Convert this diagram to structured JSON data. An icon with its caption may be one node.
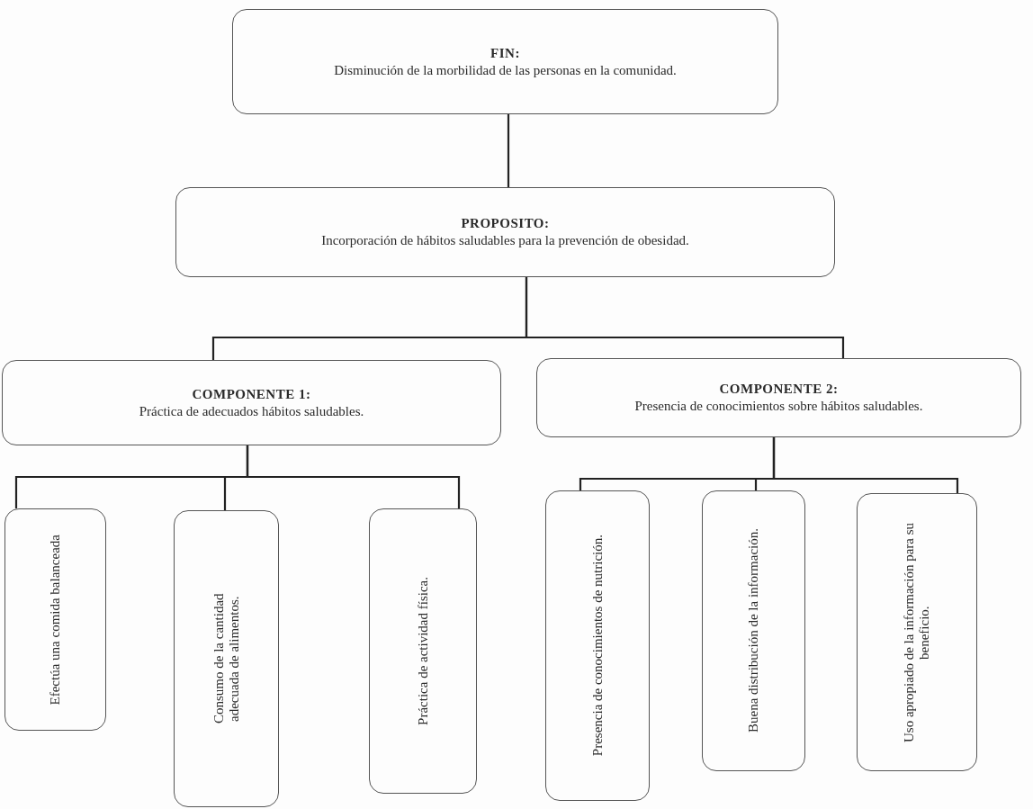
{
  "diagram": {
    "nodes": [
      {
        "text": [
          "FIN:",
          "Disminución de la morbilidad de las personas en la comunidad."
        ]
      },
      {
        "text": [
          "PROPOSITO:",
          "Incorporación de hábitos saludables para la prevención de obesidad."
        ]
      },
      {
        "text": [
          "COMPONENTE 1:",
          "Práctica de adecuados hábitos saludables."
        ]
      },
      {
        "text": [
          "COMPONENTE 2:",
          "Presencia de conocimientos sobre hábitos saludables."
        ]
      },
      {
        "text": [
          "Efectúa una comida balanceada"
        ]
      },
      {
        "text": [
          "Consumo de la cantidad adecuada de alimentos."
        ]
      },
      {
        "text": [
          "Práctica de actividad física."
        ]
      },
      {
        "text": [
          "Presencia de conocimientos de nutrición."
        ]
      },
      {
        "text": [
          "Buena distribución de la información."
        ]
      },
      {
        "text": [
          "Uso apropiado de la información para su beneficio."
        ]
      }
    ],
    "edges": [
      {
        "from": 0,
        "to": 1,
        "arrow": "none"
      },
      {
        "from": 1,
        "to": 2,
        "arrow": "none"
      },
      {
        "from": 1,
        "to": 3,
        "arrow": "none"
      },
      {
        "from": 2,
        "to": 4,
        "arrow": "none"
      },
      {
        "from": 2,
        "to": 5,
        "arrow": "none"
      },
      {
        "from": 2,
        "to": 6,
        "arrow": "none"
      },
      {
        "from": 3,
        "to": 7,
        "arrow": "none"
      },
      {
        "from": 3,
        "to": 8,
        "arrow": "none"
      },
      {
        "from": 3,
        "to": 9,
        "arrow": "none"
      }
    ]
  }
}
